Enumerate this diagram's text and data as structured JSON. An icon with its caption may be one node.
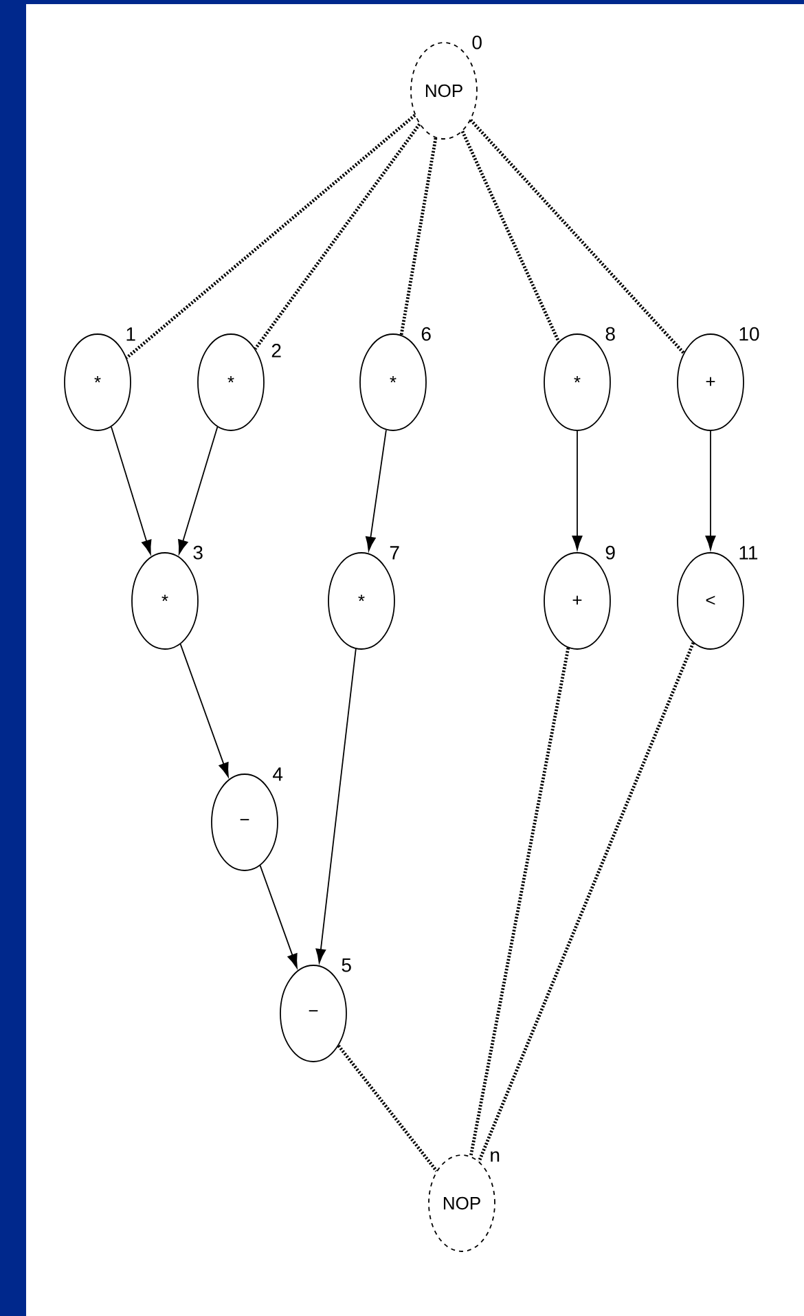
{
  "diagram": {
    "nodes": [
      {
        "text": [
          "NOP"
        ],
        "beside": [
          "0"
        ]
      },
      {
        "text": [
          "*"
        ],
        "beside": [
          "1"
        ]
      },
      {
        "text": [
          "*"
        ],
        "beside": [
          "2"
        ]
      },
      {
        "text": [
          "*"
        ],
        "beside": [
          "6"
        ]
      },
      {
        "text": [
          "*"
        ],
        "beside": [
          "8"
        ]
      },
      {
        "text": [
          "+"
        ],
        "beside": [
          "10"
        ]
      },
      {
        "text": [
          "*"
        ],
        "beside": [
          "3"
        ]
      },
      {
        "text": [
          "*"
        ],
        "beside": [
          "7"
        ]
      },
      {
        "text": [
          "+"
        ],
        "beside": [
          "9"
        ]
      },
      {
        "text": [
          "<"
        ],
        "beside": [
          "11"
        ]
      },
      {
        "text": [
          "−"
        ],
        "beside": [
          "4"
        ]
      },
      {
        "text": [
          "−"
        ],
        "beside": [
          "5"
        ]
      },
      {
        "text": [
          "NOP"
        ],
        "beside": [
          "n"
        ]
      }
    ],
    "edges": [
      {
        "from": 0,
        "to": 1,
        "arrow": "none",
        "style": "dashed"
      },
      {
        "from": 0,
        "to": 2,
        "arrow": "none",
        "style": "dashed"
      },
      {
        "from": 0,
        "to": 3,
        "arrow": "none",
        "style": "dashed"
      },
      {
        "from": 0,
        "to": 4,
        "arrow": "none",
        "style": "dashed"
      },
      {
        "from": 0,
        "to": 5,
        "arrow": "none",
        "style": "dashed"
      },
      {
        "from": 1,
        "to": 6,
        "arrow": "to"
      },
      {
        "from": 2,
        "to": 6,
        "arrow": "to"
      },
      {
        "from": 3,
        "to": 7,
        "arrow": "to"
      },
      {
        "from": 4,
        "to": 8,
        "arrow": "to"
      },
      {
        "from": 5,
        "to": 9,
        "arrow": "to"
      },
      {
        "from": 6,
        "to": 10,
        "arrow": "to"
      },
      {
        "from": 10,
        "to": 11,
        "arrow": "to"
      },
      {
        "from": 7,
        "to": 11,
        "arrow": "to"
      },
      {
        "from": 11,
        "to": 12,
        "arrow": "none",
        "style": "dashed"
      },
      {
        "from": 8,
        "to": 12,
        "arrow": "none",
        "style": "dashed"
      },
      {
        "from": 9,
        "to": 12,
        "arrow": "none",
        "style": "dashed"
      }
    ]
  }
}
